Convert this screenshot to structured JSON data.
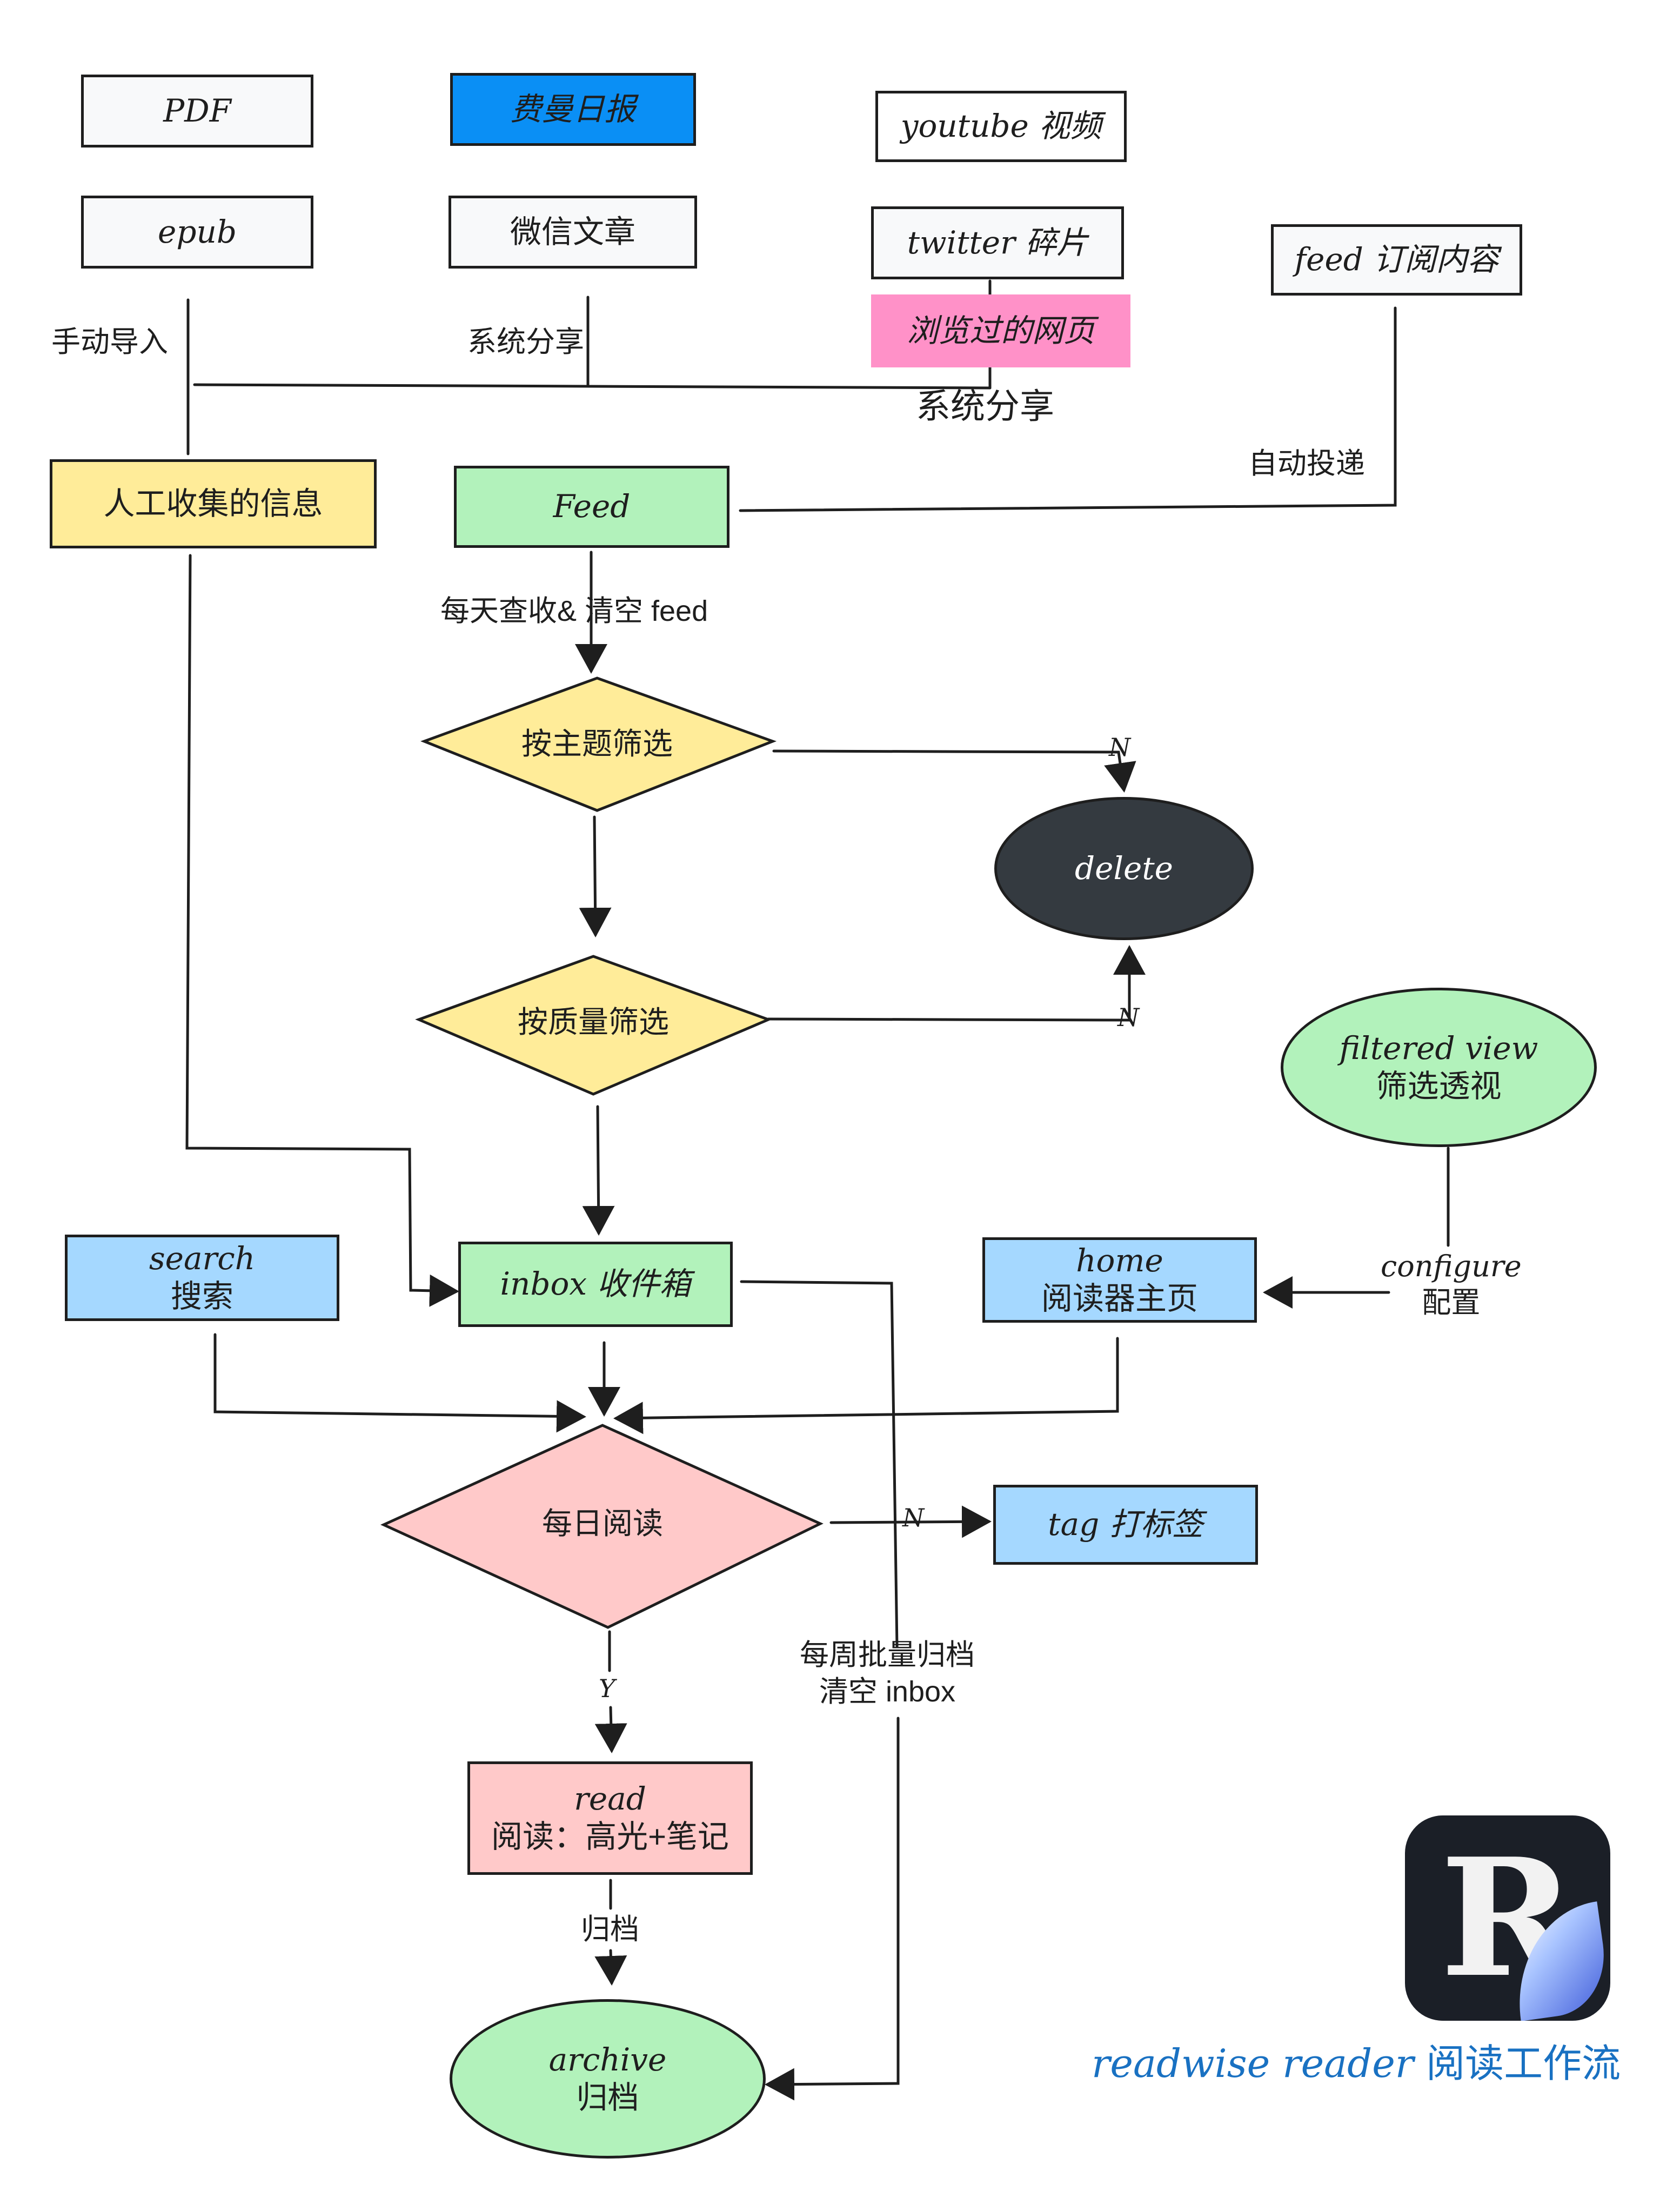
{
  "sources": {
    "pdf": "PDF",
    "feynman_daily": "费曼日报",
    "youtube": "youtube 视频",
    "epub": "epub",
    "wechat": "微信文章",
    "twitter": "twitter 碎片",
    "browsed_pages": "浏览过的网页",
    "feed_subscription": "feed 订阅内容"
  },
  "edge_labels": {
    "manual_import": "手动导入",
    "system_share_1": "系统分享",
    "system_share_2": "系统分享",
    "auto_deliver": "自动投递",
    "daily_check": "每天查收& 清空 feed",
    "weekly_archive_line1": "每周批量归档",
    "weekly_archive_line2": "清空 inbox",
    "configure_line1": "configure",
    "configure_line2": "配置",
    "archive_step": "归档",
    "no_topic": "N",
    "no_quality": "N",
    "no_daily": "N",
    "yes_daily": "Y"
  },
  "nodes": {
    "manual_info": "人工收集的信息",
    "feed": "Feed",
    "filter_topic": "按主题筛选",
    "delete": "delete",
    "filter_quality": "按质量筛选",
    "filtered_view_line1": "filtered view",
    "filtered_view_line2": "筛选透视",
    "search_line1": "search",
    "search_line2": "搜索",
    "inbox": "inbox 收件箱",
    "home_line1": "home",
    "home_line2": "阅读器主页",
    "daily_reading": "每日阅读",
    "tag": "tag 打标签",
    "read_line1": "read",
    "read_line2": "阅读：高光+笔记",
    "archive_line1": "archive",
    "archive_line2": "归档"
  },
  "credit": {
    "en": "readwise reader",
    "zh": "阅读工作流"
  },
  "logo": {
    "letter": "R"
  },
  "colors": {
    "yellow": "#ffec99",
    "green": "#b2f2bb",
    "blue": "#a5d8ff",
    "red": "#ffc9c9",
    "bright_blue": "#0a8ff5",
    "pink": "#ff91c8",
    "dark": "#343a40",
    "box_white": "#f8f9fa",
    "credit_blue": "#1971c2"
  }
}
